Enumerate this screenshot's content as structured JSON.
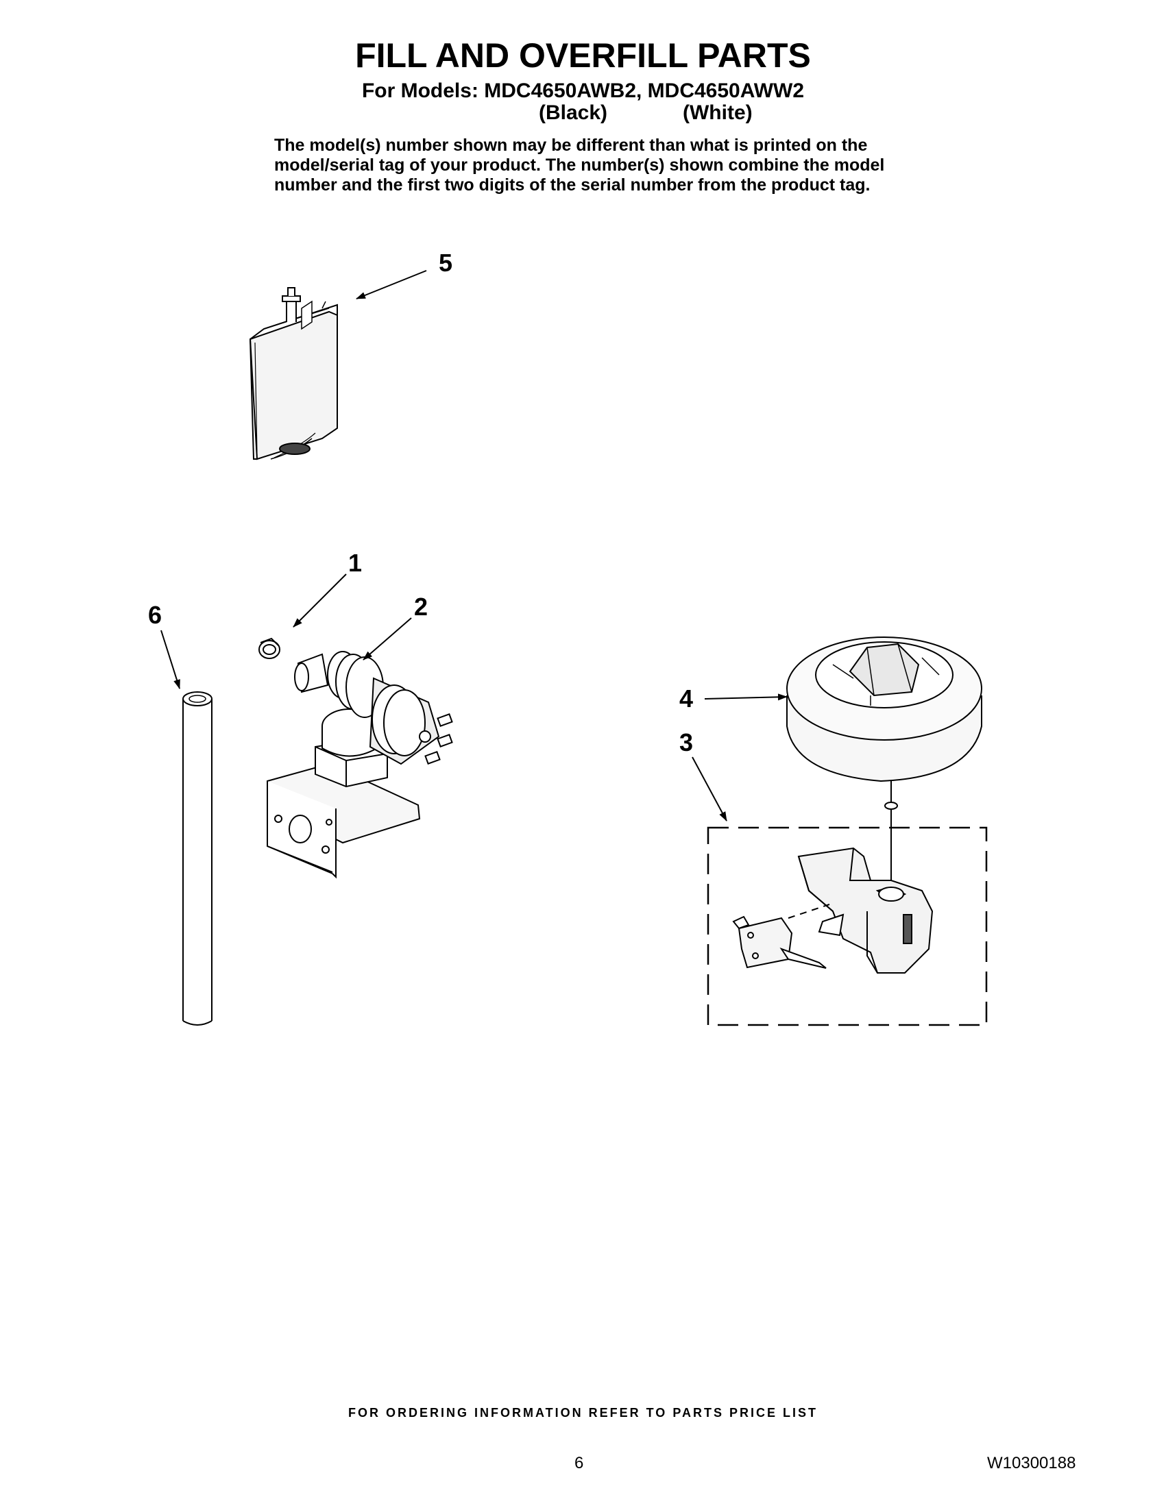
{
  "header": {
    "title": "FILL AND OVERFILL PARTS",
    "models_line": "For Models: MDC4650AWB2, MDC4650AWW2",
    "color_black": "(Black)",
    "color_white": "(White)"
  },
  "note": {
    "line1": "The model(s) number shown may be different than what is printed on the",
    "line2": "model/serial tag of your product. The number(s) shown combine the model",
    "line3": "number and the first two digits of the serial number from the product tag."
  },
  "callouts": {
    "c1": "1",
    "c2": "2",
    "c3": "3",
    "c4": "4",
    "c5": "5",
    "c6": "6"
  },
  "footer": {
    "ordering": "FOR ORDERING INFORMATION REFER TO PARTS PRICE LIST",
    "page": "6",
    "doc_number": "W10300188"
  }
}
